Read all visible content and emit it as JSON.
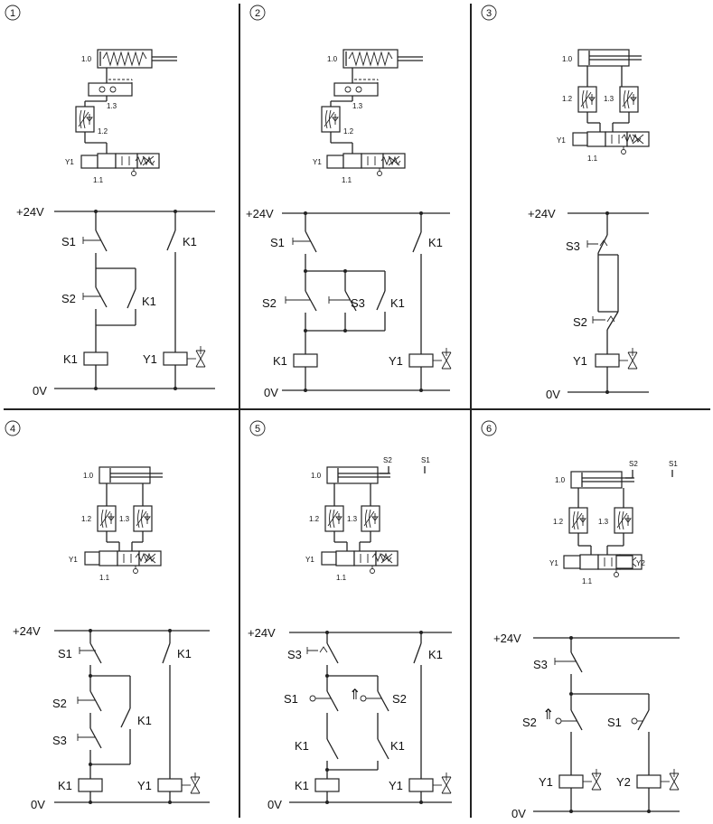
{
  "rails": {
    "plus": "+24V",
    "zero": "0V"
  },
  "labels": {
    "cyl": "1.0",
    "valve": "1.1",
    "v12": "1.2",
    "v13": "1.3",
    "S1": "S1",
    "S2": "S2",
    "S3": "S3",
    "K1": "K1",
    "Y1": "Y1",
    "Y2": "Y2"
  },
  "panels": [
    {
      "num": "1"
    },
    {
      "num": "2"
    },
    {
      "num": "3"
    },
    {
      "num": "4"
    },
    {
      "num": "5"
    },
    {
      "num": "6"
    }
  ],
  "symbols": {
    "double_arrow": "⇑"
  }
}
